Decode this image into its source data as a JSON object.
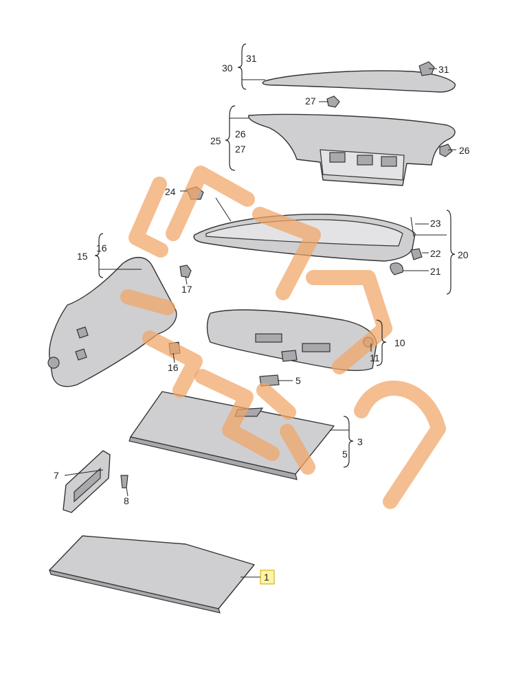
{
  "diagram": {
    "callouts": {
      "c30": "30",
      "c31a": "31",
      "c31b": "31",
      "c27a": "27",
      "c25": "25",
      "c26a": "26",
      "c27b": "27",
      "c26b": "26",
      "c24": "24",
      "c23": "23",
      "c20": "20",
      "c22": "22",
      "c21": "21",
      "c15": "15",
      "c16a": "16",
      "c17": "17",
      "c10": "10",
      "c11": "11",
      "c16b": "16",
      "c5a": "5",
      "c3": "3",
      "c5b": "5",
      "c7": "7",
      "c8": "8",
      "c1": "1"
    },
    "highlight_color": "#fff3a6",
    "watermark_color": "#f0a566"
  }
}
